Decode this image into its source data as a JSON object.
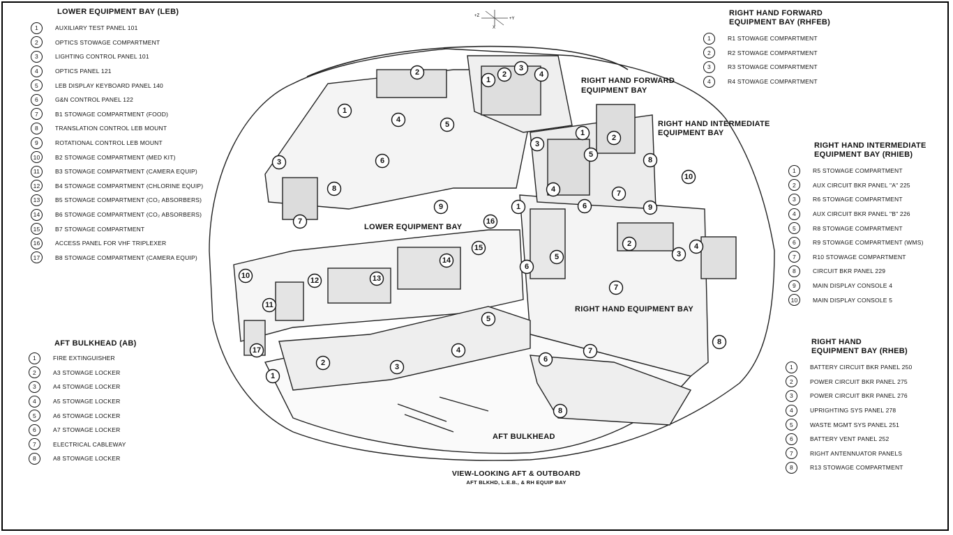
{
  "legends": {
    "leb": {
      "title": "LOWER EQUIPMENT BAY (LEB)",
      "items": [
        {
          "num": "1",
          "label": "AUXILIARY TEST PANEL 101"
        },
        {
          "num": "2",
          "label": "OPTICS STOWAGE COMPARTMENT"
        },
        {
          "num": "3",
          "label": "LIGHTING CONTROL PANEL 101"
        },
        {
          "num": "4",
          "label": "OPTICS PANEL 121"
        },
        {
          "num": "5",
          "label": "LEB DISPLAY KEYBOARD PANEL 140"
        },
        {
          "num": "6",
          "label": "G&N CONTROL PANEL 122"
        },
        {
          "num": "7",
          "label": "B1 STOWAGE COMPARTMENT (FOOD)"
        },
        {
          "num": "8",
          "label": "TRANSLATION CONTROL LEB MOUNT"
        },
        {
          "num": "9",
          "label": "ROTATIONAL CONTROL LEB MOUNT"
        },
        {
          "num": "10",
          "label": "B2 STOWAGE COMPARTMENT (MED KIT)"
        },
        {
          "num": "11",
          "label": "B3 STOWAGE COMPARTMENT (CAMERA EQUIP)"
        },
        {
          "num": "12",
          "label": "B4 STOWAGE COMPARTMENT (CHLORINE EQUIP)"
        },
        {
          "num": "13",
          "label": "B5 STOWAGE COMPARTMENT (CO₂ ABSORBERS)"
        },
        {
          "num": "14",
          "label": "B6 STOWAGE COMPARTMENT (CO₂ ABSORBERS)"
        },
        {
          "num": "15",
          "label": "B7 STOWAGE COMPARTMENT"
        },
        {
          "num": "16",
          "label": "ACCESS PANEL FOR VHF TRIPLEXER"
        },
        {
          "num": "17",
          "label": "B8 STOWAGE COMPARTMENT (CAMERA EQUIP)"
        }
      ]
    },
    "ab": {
      "title": "AFT BULKHEAD (AB)",
      "items": [
        {
          "num": "1",
          "label": "FIRE EXTINGUISHER"
        },
        {
          "num": "2",
          "label": "A3 STOWAGE LOCKER"
        },
        {
          "num": "3",
          "label": "A4 STOWAGE LOCKER"
        },
        {
          "num": "4",
          "label": "A5 STOWAGE LOCKER"
        },
        {
          "num": "5",
          "label": "A6 STOWAGE LOCKER"
        },
        {
          "num": "6",
          "label": "A7 STOWAGE LOCKER"
        },
        {
          "num": "7",
          "label": "ELECTRICAL CABLEWAY"
        },
        {
          "num": "8",
          "label": "A8 STOWAGE LOCKER"
        }
      ]
    },
    "rhfeb": {
      "title_line1": "RIGHT HAND FORWARD",
      "title_line2": "EQUIPMENT BAY (RHFEB)",
      "items": [
        {
          "num": "1",
          "label": "R1 STOWAGE COMPARTMENT"
        },
        {
          "num": "2",
          "label": "R2 STOWAGE COMPARTMENT"
        },
        {
          "num": "3",
          "label": "R3 STOWAGE COMPARTMENT"
        },
        {
          "num": "4",
          "label": "R4 STOWAGE COMPARTMENT"
        }
      ]
    },
    "rhieb": {
      "title_line1": "RIGHT HAND INTERMEDIATE",
      "title_line2": "EQUIPMENT BAY (RHIEB)",
      "items": [
        {
          "num": "1",
          "label": "R5 STOWAGE COMPARTMENT"
        },
        {
          "num": "2",
          "label": "AUX CIRCUIT BKR PANEL \"A\" 225"
        },
        {
          "num": "3",
          "label": "R6 STOWAGE COMPARTMENT"
        },
        {
          "num": "4",
          "label": "AUX CIRCUIT BKR PANEL \"B\" 226"
        },
        {
          "num": "5",
          "label": "R8 STOWAGE COMPARTMENT"
        },
        {
          "num": "6",
          "label": "R9 STOWAGE COMPARTMENT (WMS)"
        },
        {
          "num": "7",
          "label": "R10 STOWAGE COMPARTMENT"
        },
        {
          "num": "8",
          "label": "CIRCUIT BKR PANEL 229"
        },
        {
          "num": "9",
          "label": "MAIN DISPLAY CONSOLE 4"
        },
        {
          "num": "10",
          "label": "MAIN DISPLAY CONSOLE 5"
        }
      ]
    },
    "rheb": {
      "title_line1": "RIGHT HAND",
      "title_line2": "EQUIPMENT BAY (RHEB)",
      "items": [
        {
          "num": "1",
          "label": "BATTERY CIRCUIT BKR PANEL 250"
        },
        {
          "num": "2",
          "label": "POWER CIRCUIT BKR PANEL 275"
        },
        {
          "num": "3",
          "label": "POWER CIRCUIT BKR PANEL 276"
        },
        {
          "num": "4",
          "label": "UPRIGHTING SYS PANEL 278"
        },
        {
          "num": "5",
          "label": "WASTE MGMT SYS PANEL 251"
        },
        {
          "num": "6",
          "label": "BATTERY VENT PANEL 252"
        },
        {
          "num": "7",
          "label": "RIGHT ANTENNUATOR PANELS"
        },
        {
          "num": "8",
          "label": "R13 STOWAGE COMPARTMENT"
        }
      ]
    }
  },
  "diagram": {
    "area_labels": {
      "rhfeb_line1": "RIGHT HAND FORWARD",
      "rhfeb_line2": "EQUIPMENT BAY",
      "rhieb_line1": "RIGHT HAND INTERMEDIATE",
      "rhieb_line2": "EQUIPMENT BAY",
      "leb": "LOWER EQUIPMENT BAY",
      "rheb": "RIGHT HAND EQUIPMENT BAY",
      "aft": "AFT BULKHEAD"
    },
    "axes": {
      "z": "+Z",
      "y": "+Y",
      "x": "X"
    },
    "callouts": [
      "2",
      "1",
      "4",
      "5",
      "6",
      "3",
      "8",
      "7",
      "9",
      "16",
      "15",
      "14",
      "13",
      "12",
      "10",
      "11",
      "17",
      "1",
      "2",
      "3",
      "4",
      "5",
      "6",
      "7",
      "8",
      "1",
      "2",
      "3",
      "4",
      "1",
      "2",
      "3",
      "4",
      "5",
      "6",
      "7",
      "8",
      "9",
      "10",
      "1",
      "2",
      "3",
      "4",
      "5",
      "6",
      "7",
      "8"
    ]
  },
  "caption": {
    "line1": "VIEW-LOOKING AFT & OUTBOARD",
    "line2": "AFT BLKHD, L.E.B., & RH EQUIP BAY"
  }
}
